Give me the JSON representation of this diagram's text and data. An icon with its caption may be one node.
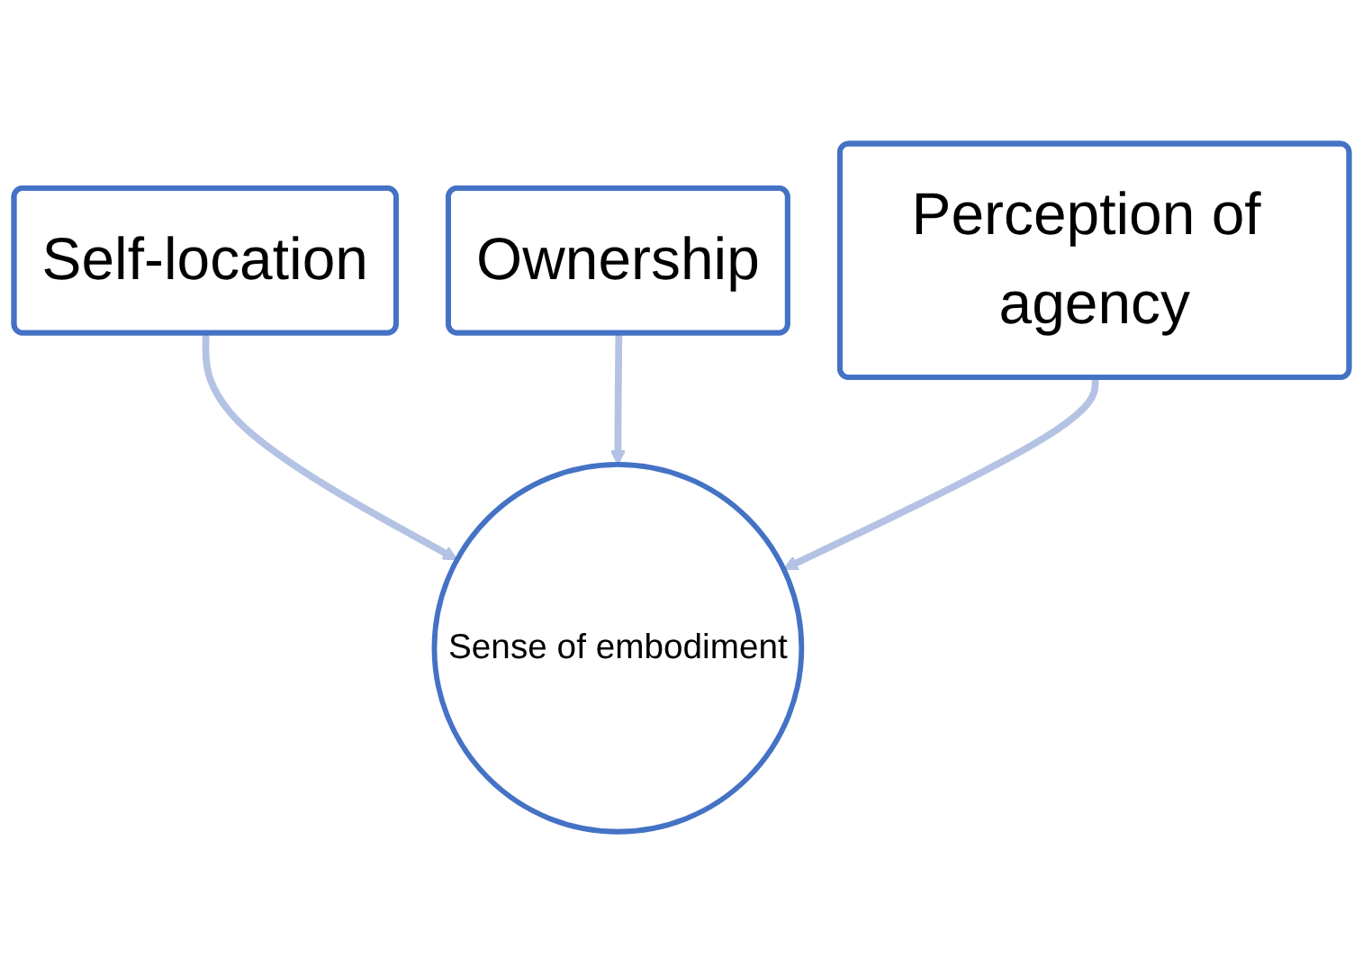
{
  "diagram": {
    "nodes": [
      {
        "text": [
          "Ownership"
        ]
      },
      {
        "text": [
          "Self-location"
        ]
      },
      {
        "text": [
          "Perception of agency"
        ]
      },
      {
        "text": [
          "Sense of embodiment"
        ]
      }
    ],
    "edges": [
      {
        "from": 1,
        "to": 3,
        "arrow": "to"
      },
      {
        "from": 0,
        "to": 3,
        "arrow": "to"
      },
      {
        "from": 2,
        "to": 3,
        "arrow": "to"
      }
    ]
  }
}
